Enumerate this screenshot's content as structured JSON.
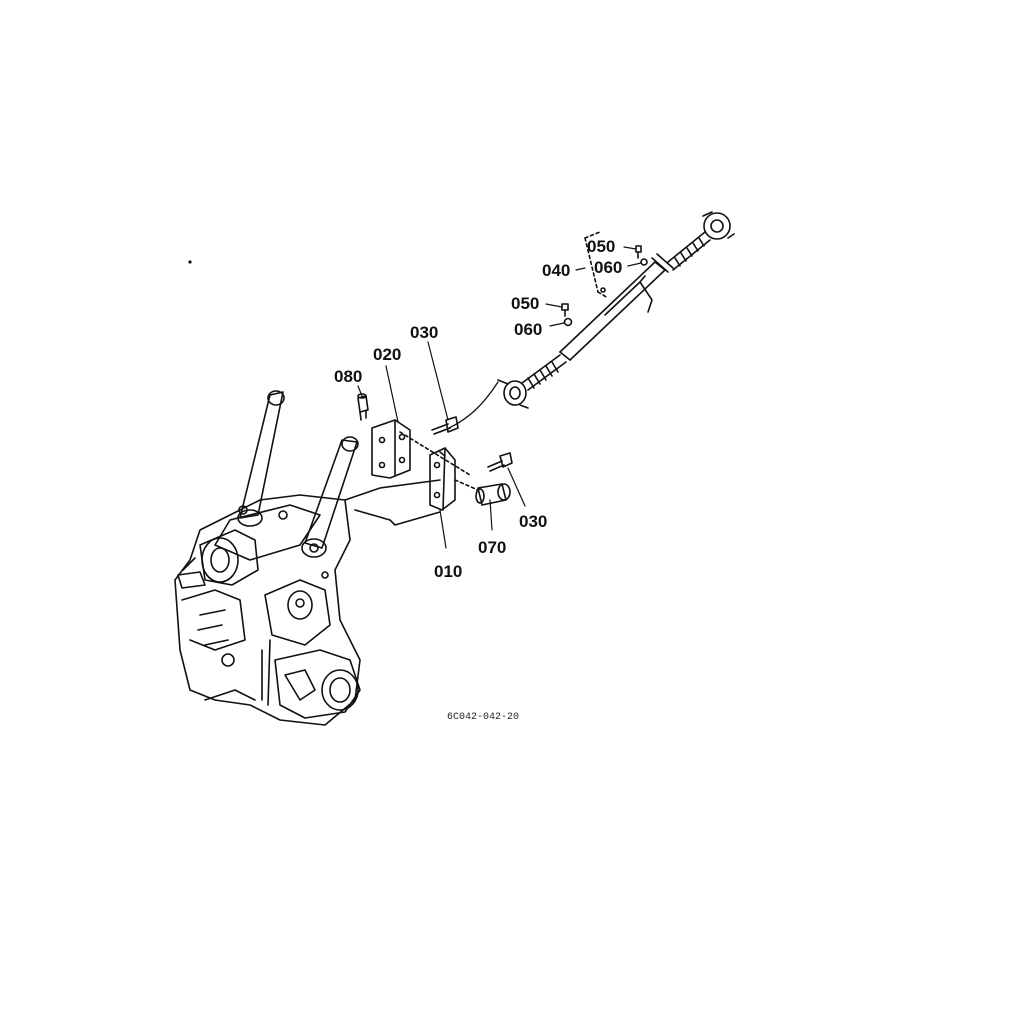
{
  "diagram": {
    "figure_code": "6C042-042-20",
    "callouts": {
      "c010": "010",
      "c020": "020",
      "c030_top": "030",
      "c030_right": "030",
      "c040": "040",
      "c050_upper": "050",
      "c050_lower": "050",
      "c060_upper": "060",
      "c060_lower": "060",
      "c070": "070",
      "c080": "080"
    },
    "line_color": "#111111"
  }
}
